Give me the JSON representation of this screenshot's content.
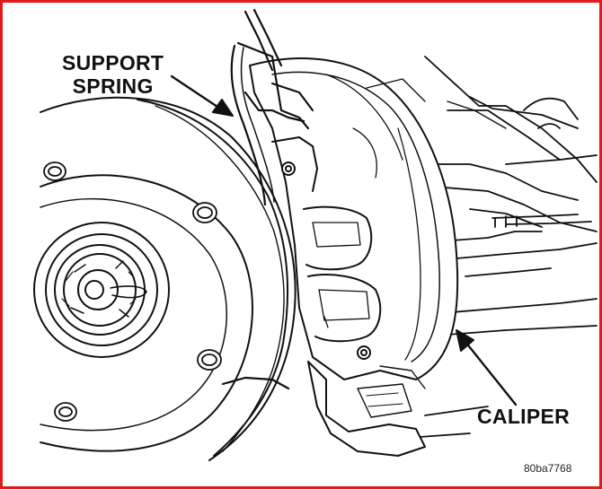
{
  "labels": {
    "support_spring_line1": "SUPPORT",
    "support_spring_line2": "SPRING",
    "caliper": "CALIPER",
    "figure_code": "80ba7768"
  },
  "colors": {
    "frame_border": "#e11b1b",
    "line_art": "#111111",
    "background": "#ffffff"
  }
}
